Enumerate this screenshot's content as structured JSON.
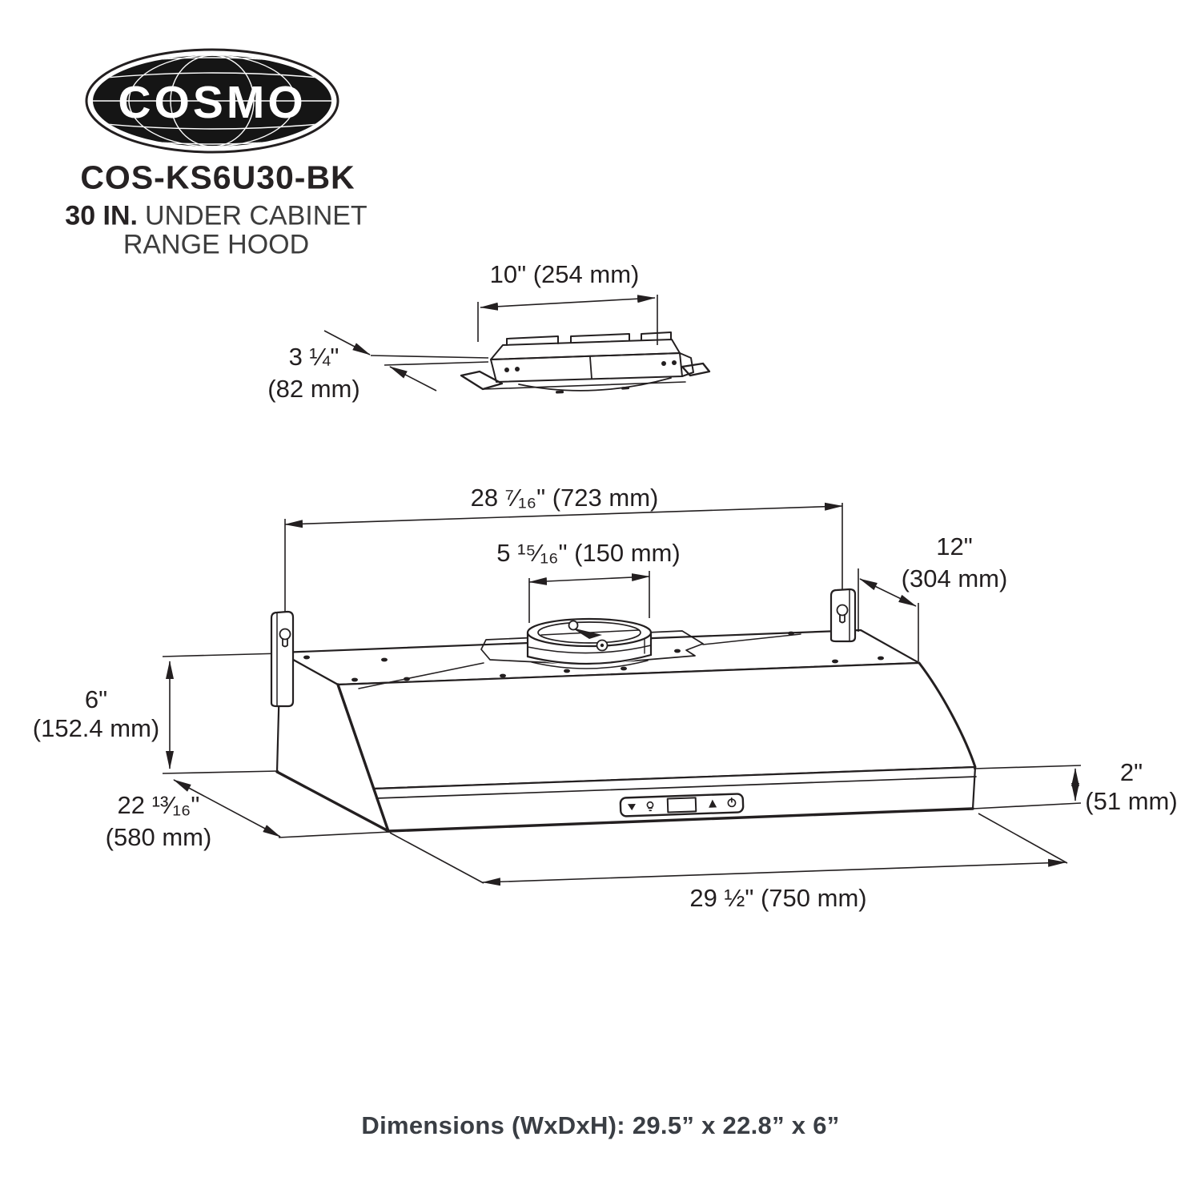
{
  "brand": {
    "logo_text": "COSMO",
    "model": "COS-KS6U30-BK",
    "title_bold": "30 IN.",
    "title_rest": "UNDER CABINET",
    "title_line2": "RANGE HOOD"
  },
  "dimensions": {
    "duct_width": "10\" (254 mm)",
    "duct_height_line1": "3 ¼\"",
    "duct_height_line2": "(82 mm)",
    "top_width": "28 ⁷⁄₁₆\" (723 mm)",
    "duct_opening": "5 ¹⁵⁄₁₆\" (150 mm)",
    "rear_depth_line1": "12\"",
    "rear_depth_line2": "(304 mm)",
    "height_line1": "6\"",
    "height_line2": "(152.4 mm)",
    "depth_line1": "22 ¹³⁄₁₆\"",
    "depth_line2": "(580 mm)",
    "front_lip_line1": "2\"",
    "front_lip_line2": "(51 mm)",
    "overall_width": "29 ½\" (750 mm)"
  },
  "footer": {
    "summary": "Dimensions (WxDxH): 29.5” x 22.8” x 6”"
  },
  "colors": {
    "ink": "#231f20",
    "logo_fill": "#151515",
    "footer_text": "#3a3e44"
  }
}
